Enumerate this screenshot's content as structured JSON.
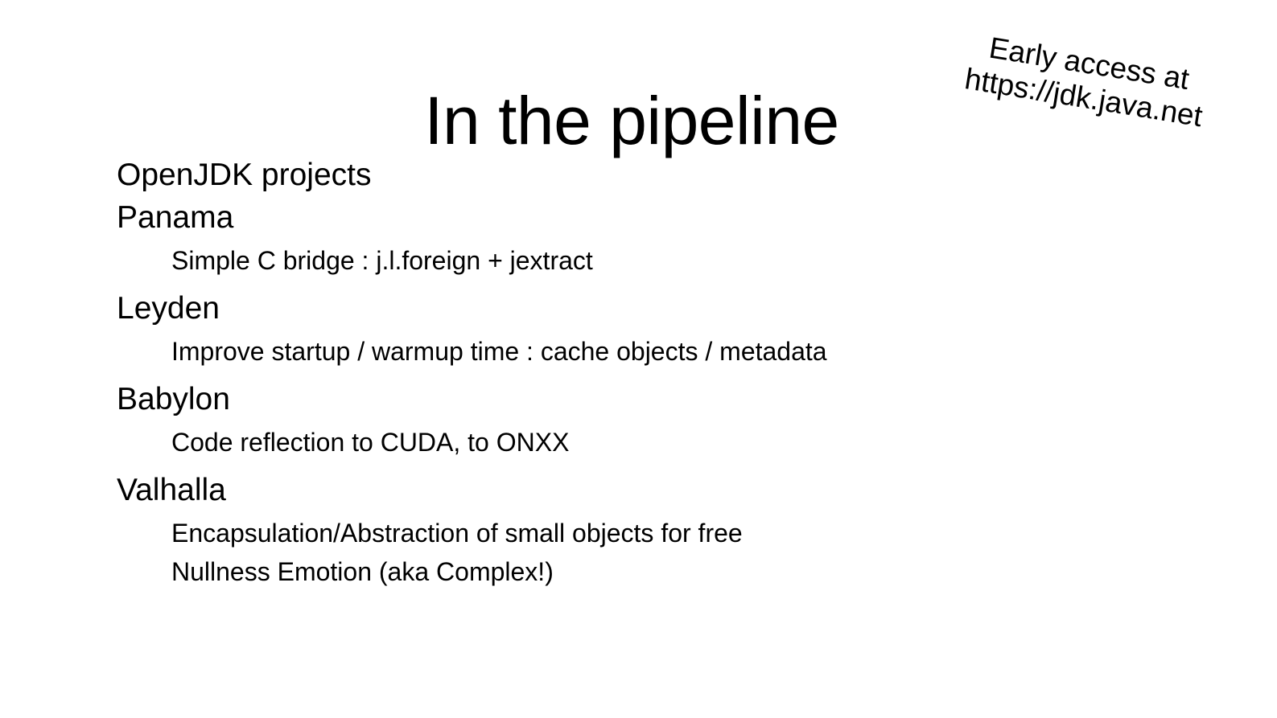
{
  "slide": {
    "title": "In the pipeline",
    "background_color": "#ffffff",
    "text_color": "#000000"
  },
  "callout": {
    "name": "early-access-callout",
    "lines": [
      "Early access at",
      "https://jdk.java.net"
    ],
    "rotation_degrees": 9.2
  },
  "outline": [
    {
      "level": 1,
      "text": "OpenJDK projects"
    },
    {
      "level": 1,
      "text": "Panama"
    },
    {
      "level": 2,
      "text": "Simple C bridge : j.l.foreign + jextract"
    },
    {
      "level": 1,
      "text": "Leyden"
    },
    {
      "level": 2,
      "text": "Improve startup / warmup time : cache objects / metadata"
    },
    {
      "level": 1,
      "text": "Babylon"
    },
    {
      "level": 2,
      "text": "Code reflection to CUDA, to ONXX"
    },
    {
      "level": 1,
      "text": "Valhalla"
    },
    {
      "level": 2,
      "text": "Encapsulation/Abstraction of small objects for free"
    },
    {
      "level": 2,
      "text": "Nullness Emotion (aka Complex!)"
    }
  ]
}
